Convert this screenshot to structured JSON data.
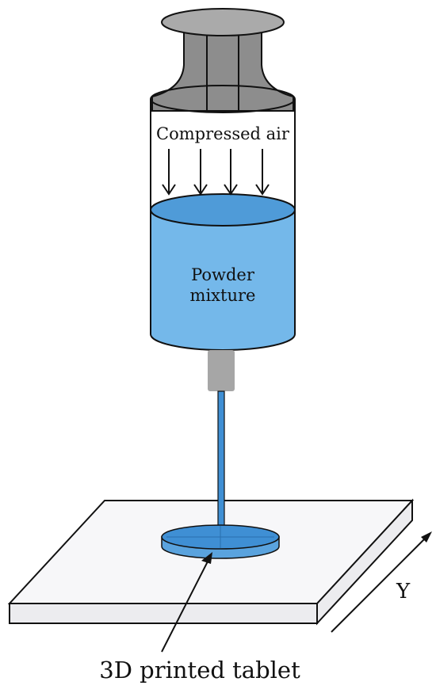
{
  "labels": {
    "air": "Compressed air",
    "powder_line1": "Powder",
    "powder_line2": "mixture",
    "axis_y": "Y",
    "tablet": "3D printed tablet"
  },
  "colors": {
    "powder": "#74b8ea",
    "powder_top": "#4f9bd8",
    "tablet_top": "#3f8fd4",
    "tablet_side": "#5aa3de",
    "plunger": "#8d8d8d",
    "plunger_top": "#aaaaaa",
    "nozzle": "#a6a6a6",
    "plate_top": "#f7f7f9",
    "plate_side": "#ececef",
    "stroke": "#111111"
  }
}
